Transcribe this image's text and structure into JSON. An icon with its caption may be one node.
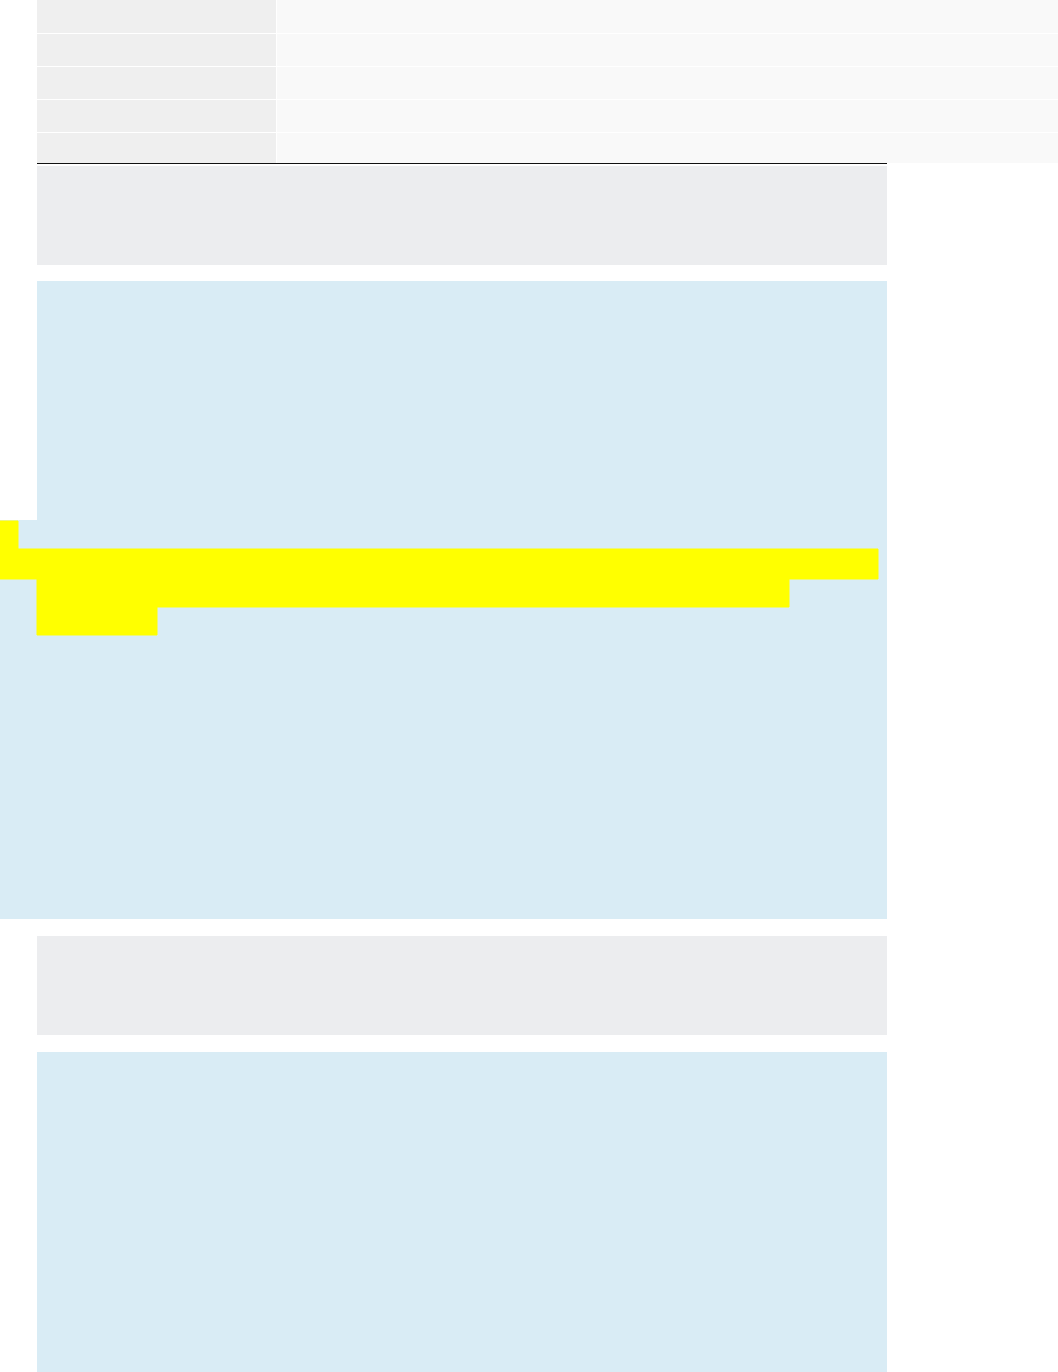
{
  "diagram": {
    "nodes": [
      {
        "text": [],
        "shape": "box"
      },
      {
        "text": [],
        "shape": "box"
      },
      {
        "text": [],
        "shape": "box"
      },
      {
        "text": [],
        "shape": "box"
      },
      {
        "text": [],
        "shape": "box"
      },
      {
        "text": [],
        "shape": "box"
      },
      {
        "text": [],
        "shape": "box"
      },
      {
        "text": [],
        "shape": "box"
      },
      {
        "text": [],
        "shape": "box"
      },
      {
        "text": [],
        "shape": "box"
      },
      {
        "text": [],
        "shape": "box"
      },
      {
        "text": [],
        "shape": "box"
      },
      {
        "text": [],
        "shape": "bar",
        "in": 11
      },
      {
        "text": [],
        "shape": "box"
      },
      {
        "text": [],
        "shape": "box"
      }
    ]
  }
}
